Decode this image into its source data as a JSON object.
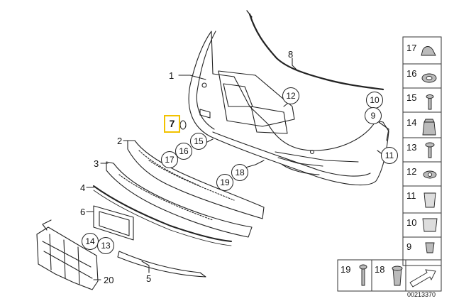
{
  "labels": [
    "1",
    "8",
    "2",
    "3",
    "4",
    "6",
    "5",
    "20"
  ],
  "highlight": "7",
  "highlight_color": "#f2c200",
  "circled": [
    "12",
    "10",
    "9",
    "11",
    "16",
    "15",
    "17",
    "18",
    "19",
    "14",
    "13"
  ],
  "legend": [
    "17",
    "16",
    "15",
    "14",
    "13",
    "12",
    "11",
    "10",
    "9",
    "19",
    "18"
  ],
  "catalog_number": "00213370"
}
